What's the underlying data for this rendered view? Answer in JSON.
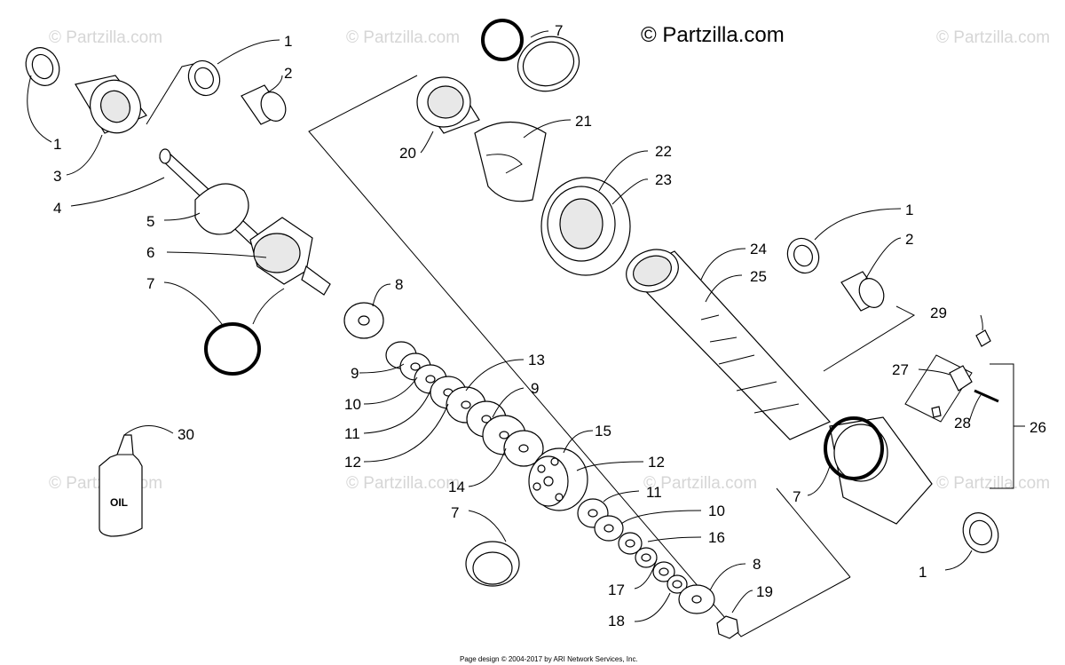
{
  "watermark_text": "© Partzilla.com",
  "copyright_text": "© Partzilla.com",
  "footer_text": "Page design © 2004-2017 by ARI Network Services, Inc.",
  "oil_label": "OIL",
  "callouts": [
    "1",
    "2",
    "1",
    "3",
    "4",
    "5",
    "6",
    "7",
    "7",
    "20",
    "21",
    "22",
    "23",
    "24",
    "25",
    "1",
    "2",
    "8",
    "9",
    "10",
    "11",
    "12",
    "13",
    "9",
    "14",
    "15",
    "12",
    "11",
    "10",
    "7",
    "16",
    "17",
    "8",
    "19",
    "18",
    "29",
    "27",
    "28",
    "26",
    "7",
    "1",
    "30"
  ]
}
